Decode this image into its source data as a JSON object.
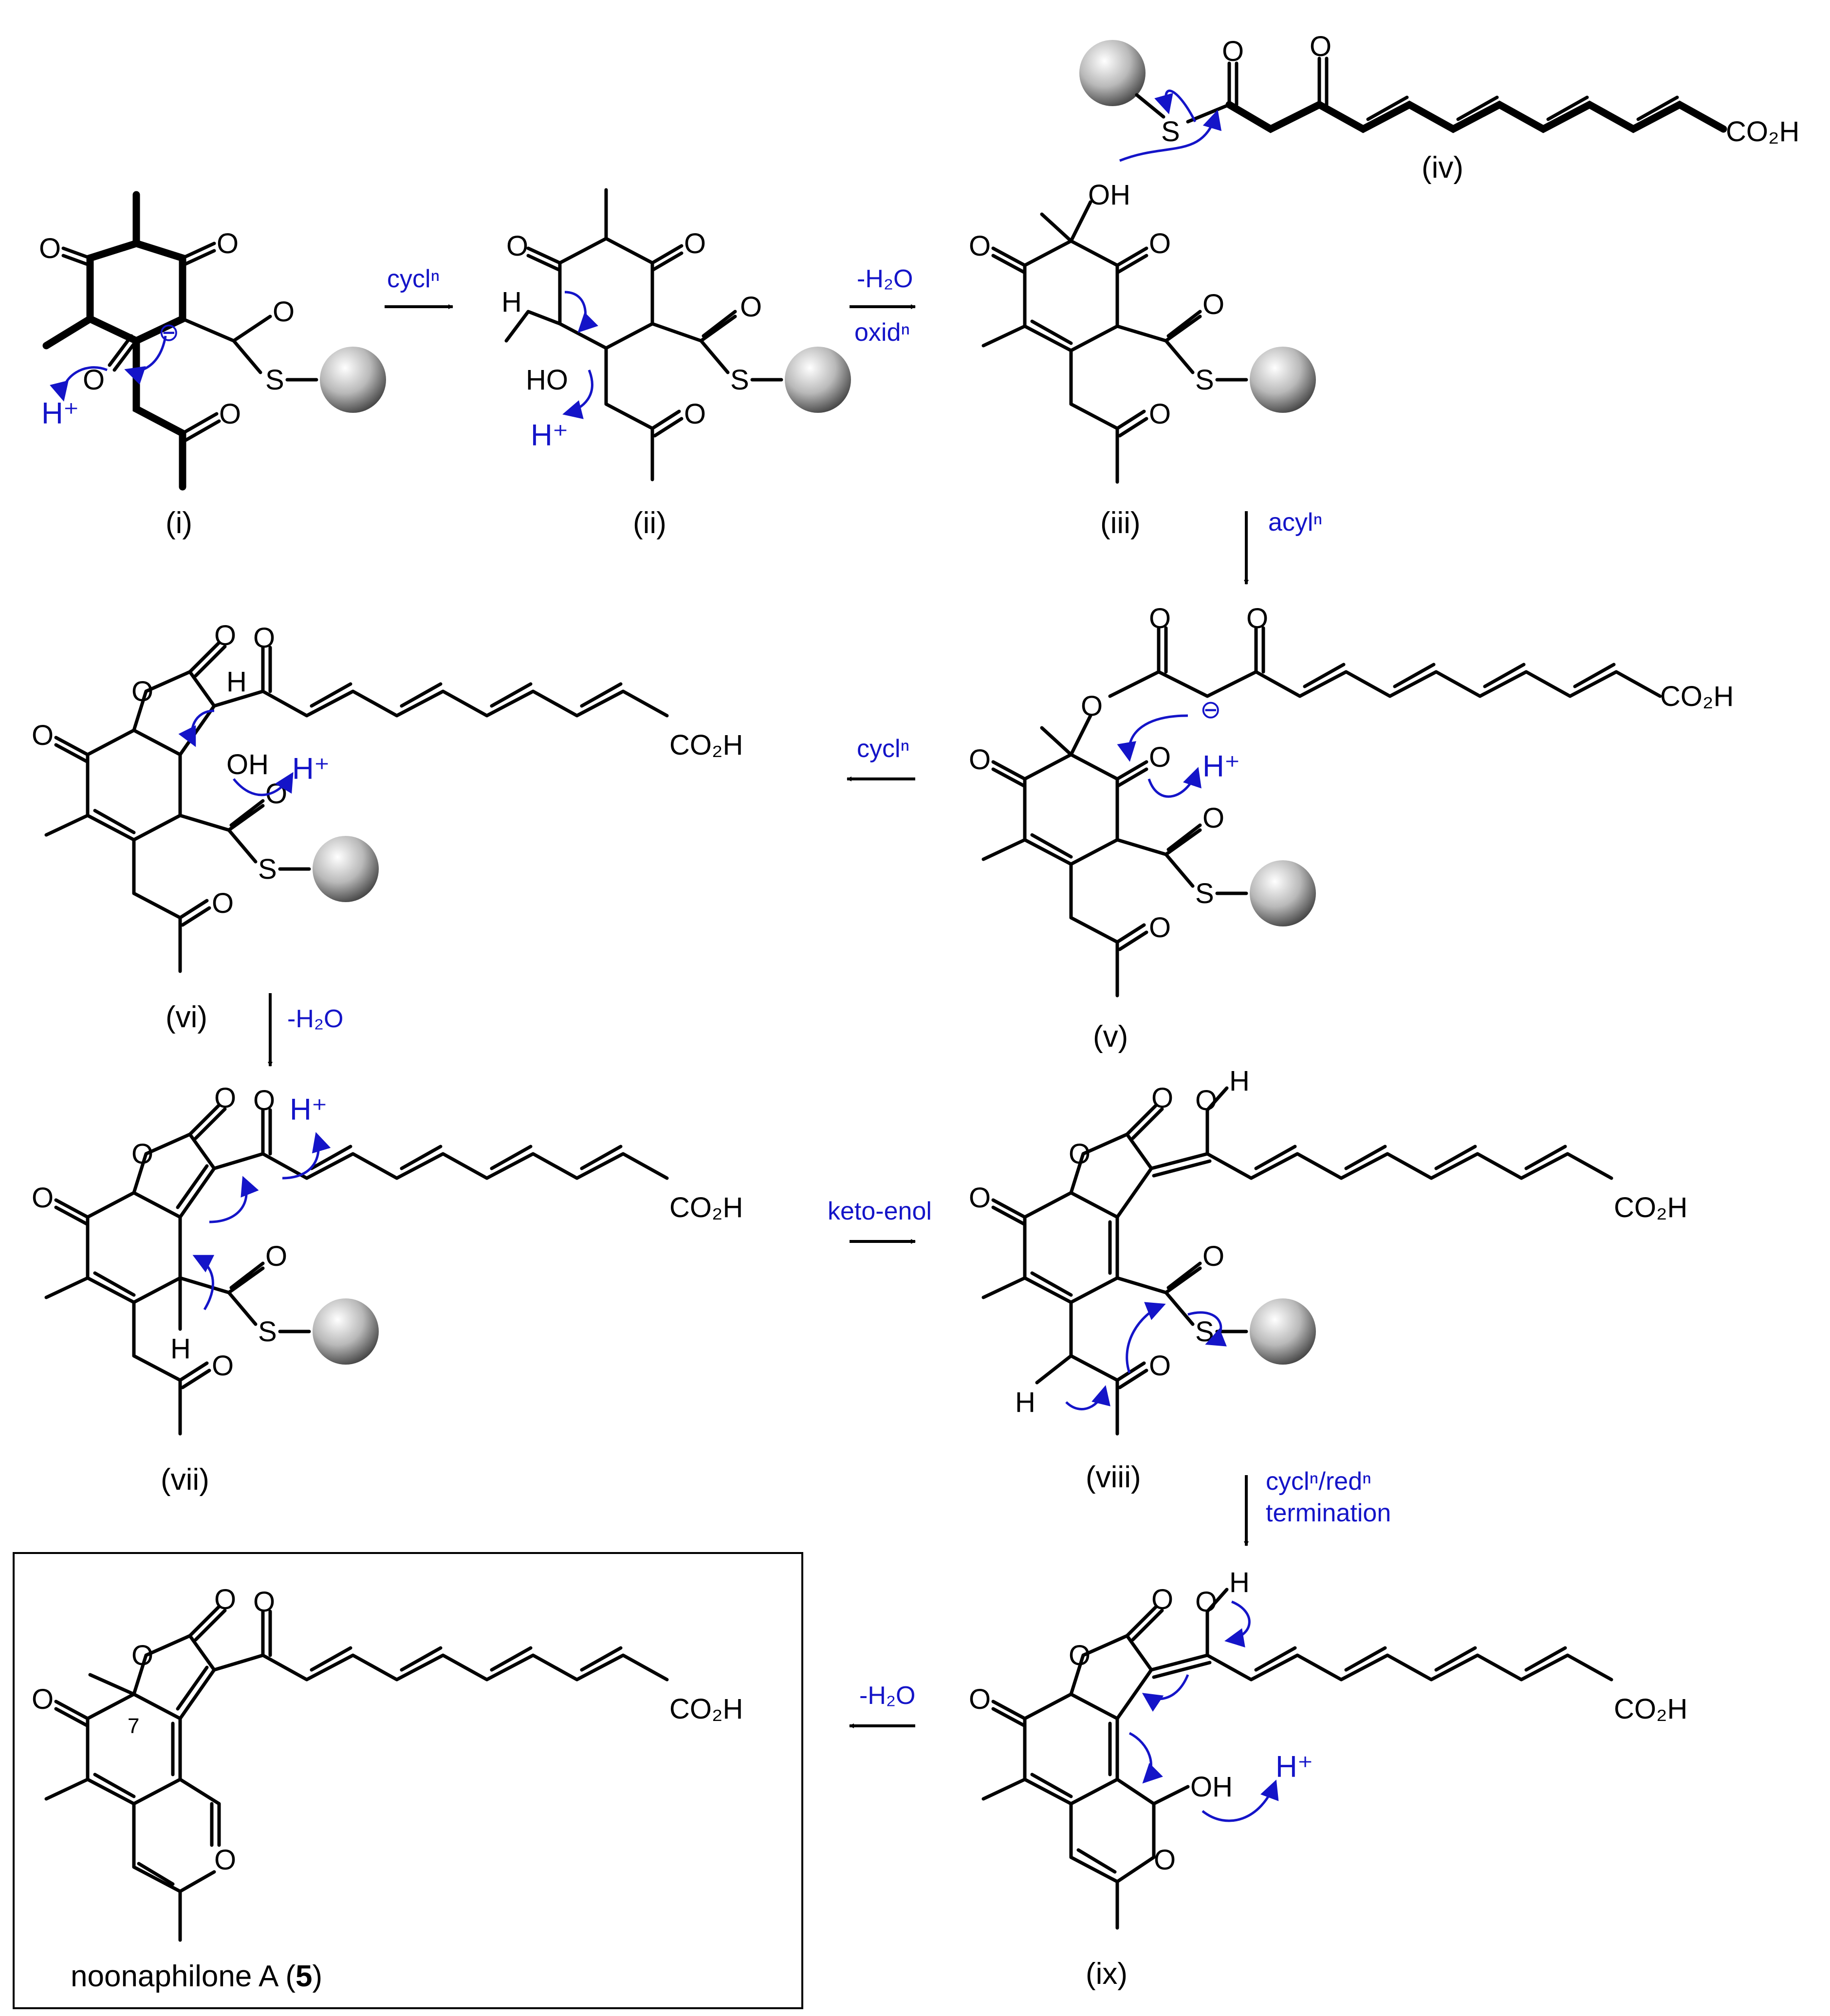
{
  "compound_labels": {
    "i": "(i)",
    "ii": "(ii)",
    "iii": "(iii)",
    "iv": "(iv)",
    "v": "(v)",
    "vi": "(vi)",
    "vii": "(vii)",
    "viii": "(viii)",
    "ix": "(ix)"
  },
  "final_product": {
    "name": "noonaphilone A (",
    "number": "5",
    "close": ")",
    "locant": "7"
  },
  "step_labels": {
    "i_to_ii": "cyclⁿ",
    "ii_to_iii_a": "-H₂O",
    "ii_to_iii_b": "oxidⁿ",
    "iii_to_v": "acylⁿ",
    "v_to_vi": "cyclⁿ",
    "vi_to_vii": "-H₂O",
    "vii_to_viii": "keto-enol",
    "viii_to_ix_a": "cyclⁿ/redⁿ",
    "viii_to_ix_b": "termination",
    "ix_to_final": "-H₂O"
  },
  "atoms": {
    "O": "O",
    "S": "S",
    "H": "H",
    "OH": "OH",
    "HO": "HO",
    "CO2H": "CO₂H",
    "Hplus": "H⁺",
    "minus": "⊖"
  },
  "colors": {
    "mechanism": "#1414c8",
    "structure": "#000000",
    "sphere": "#bdbdbd"
  }
}
